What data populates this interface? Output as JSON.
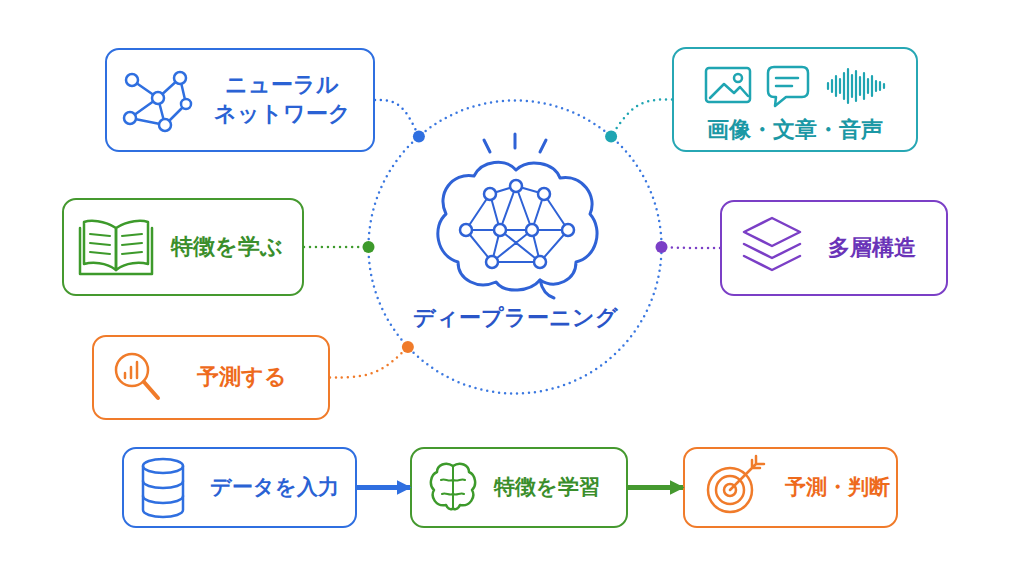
{
  "diagram": {
    "nodes": [
      {
        "text": [
          "ニューラル ネットワーク"
        ]
      },
      {
        "text": [
          "画像・文章・音声"
        ]
      },
      {
        "text": [
          "特徴を学ぶ"
        ]
      },
      {
        "text": [
          "ディープラーニング"
        ]
      },
      {
        "text": [
          "多層構造"
        ]
      },
      {
        "text": [
          "予測する"
        ]
      },
      {
        "text": [
          "データを入力"
        ]
      },
      {
        "text": [
          "特徴を学習"
        ]
      },
      {
        "text": [
          "予測・判断"
        ]
      }
    ],
    "edges": [
      {
        "from": 0,
        "to": 3,
        "arrow": "none"
      },
      {
        "from": 1,
        "to": 3,
        "arrow": "none"
      },
      {
        "from": 2,
        "to": 3,
        "arrow": "none"
      },
      {
        "from": 4,
        "to": 3,
        "arrow": "none"
      },
      {
        "from": 5,
        "to": 3,
        "arrow": "none"
      },
      {
        "from": 6,
        "to": 7,
        "arrow": "to"
      },
      {
        "from": 7,
        "to": 8,
        "arrow": "to"
      }
    ]
  }
}
